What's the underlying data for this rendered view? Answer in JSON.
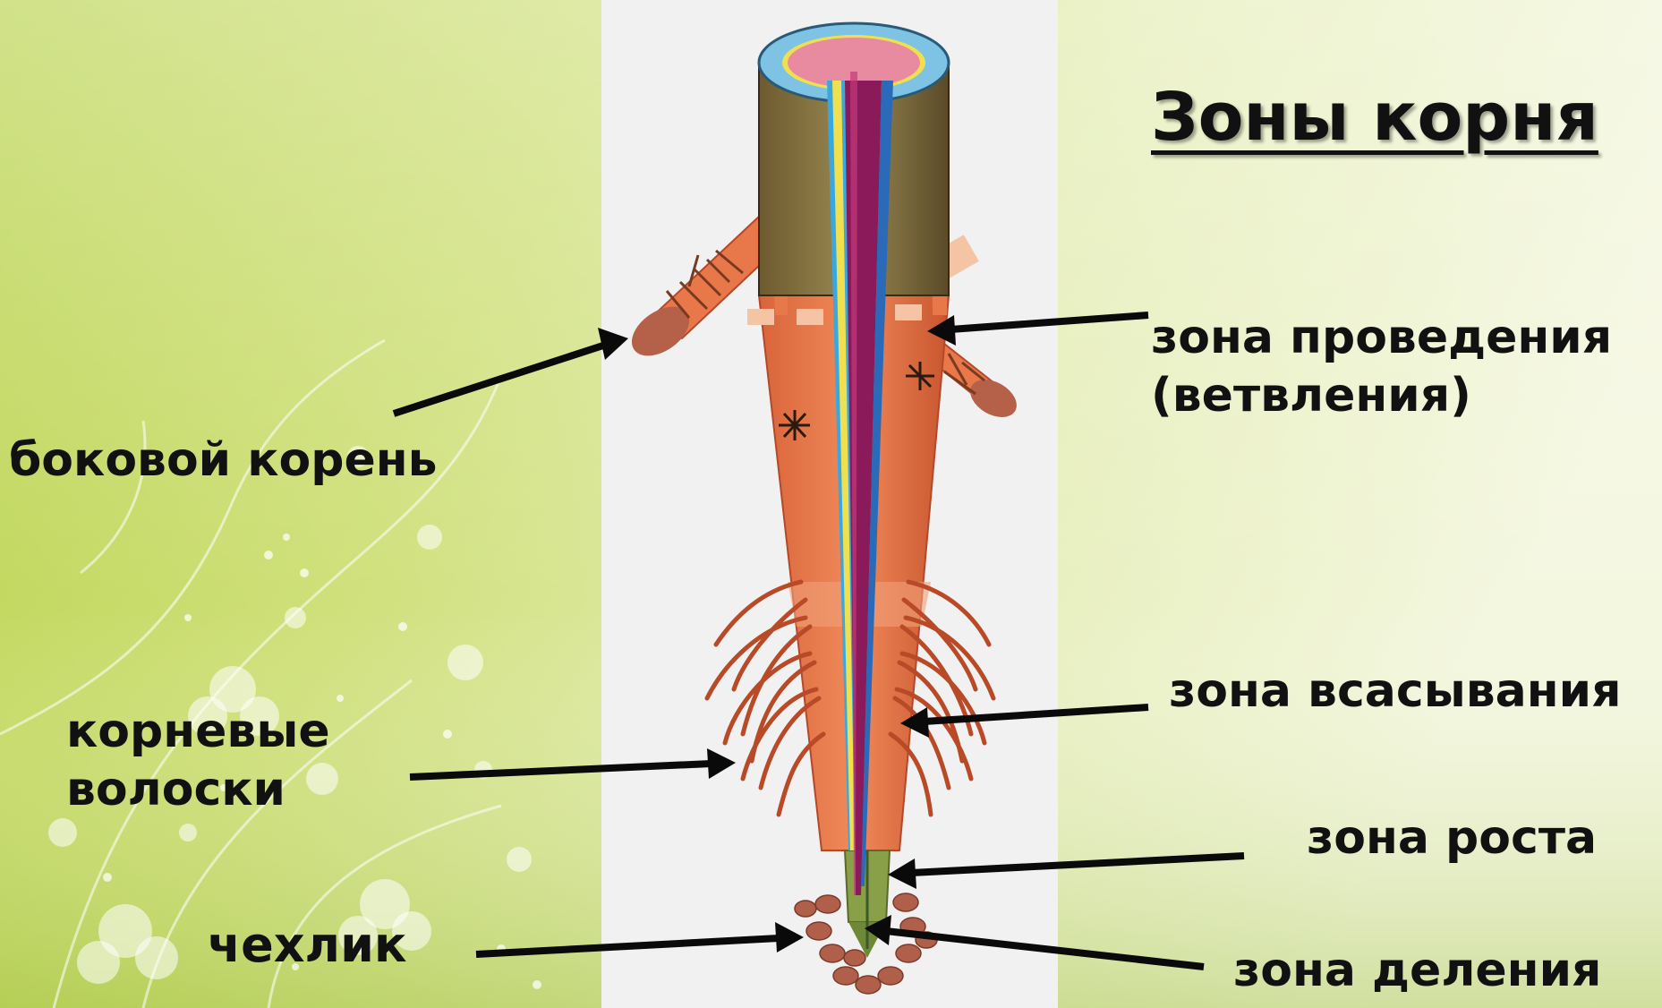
{
  "title": "Зоны корня",
  "labels": {
    "lateral_root": "боковой корень",
    "root_hairs_line1": "корневые",
    "root_hairs_line2": "волоски",
    "root_cap": "чехлик",
    "conduction_zone_line1": "зона проведения",
    "conduction_zone_line2": "(ветвления)",
    "absorption_zone": "зона всасывания",
    "growth_zone": "зона роста",
    "division_zone": "зона деления"
  },
  "colors": {
    "background_light": "#eef4c8",
    "background_green": "#a8c83a",
    "panel": "#f1f1f2",
    "root_orange": "#e8784a",
    "root_dark": "#c2532e",
    "cortex_olive": "#7a6a3a",
    "ring_blue": "#86c8e6",
    "core_pink": "#e88aa0",
    "xylem_purple": "#8a1a5a",
    "phloem_blue": "#2a6ab8",
    "tip_green": "#8aa048",
    "arrow": "#0a0a0a"
  }
}
